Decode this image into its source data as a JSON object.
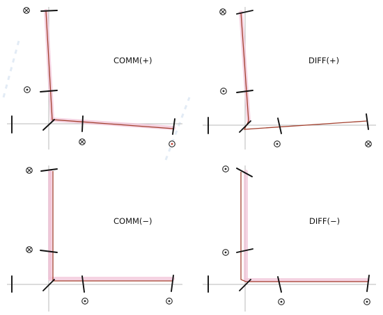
{
  "panels": [
    {
      "id": "comm-plus",
      "label": "COMM(+)"
    },
    {
      "id": "diff-plus",
      "label": "DIFF(+)"
    },
    {
      "id": "comm-minus",
      "label": "COMM(−)"
    },
    {
      "id": "diff-minus",
      "label": "DIFF(−)"
    }
  ],
  "colors": {
    "curve": "#a3402e",
    "guide": "#f2c4d8",
    "axis": "#b9b9b9",
    "tick": "#111111"
  },
  "marker_icons": [
    "circled-dot-icon",
    "circled-cross-icon"
  ]
}
